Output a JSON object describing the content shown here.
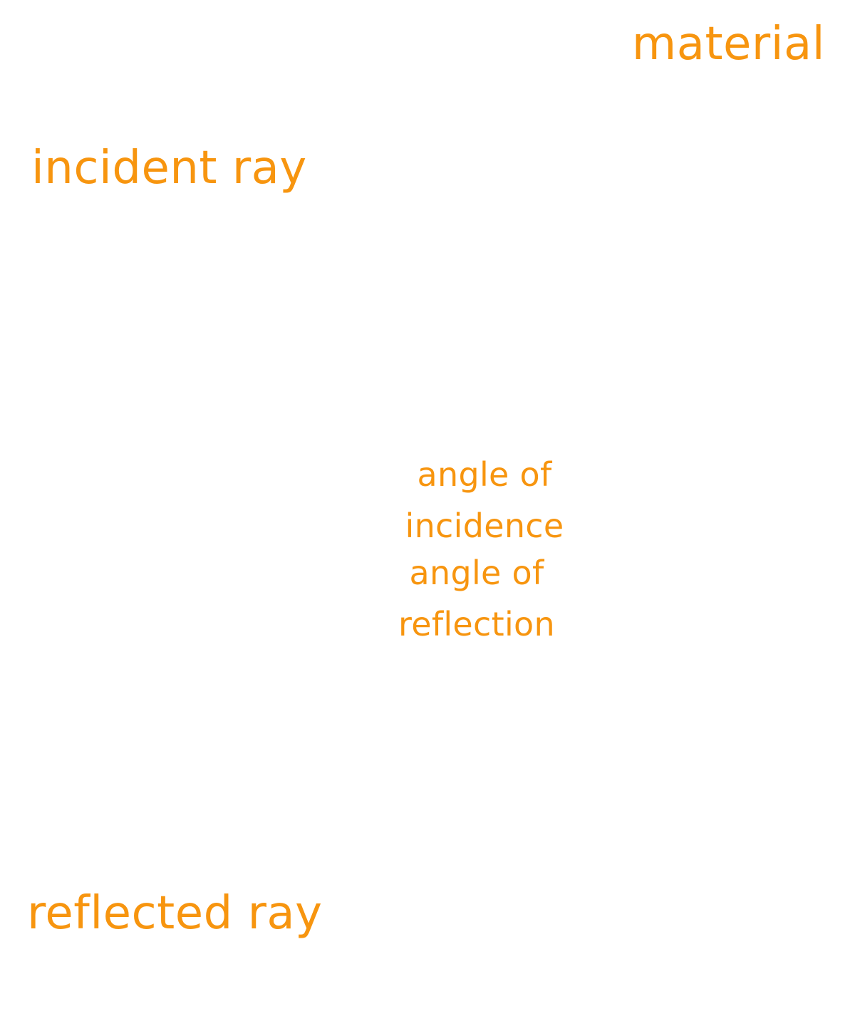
{
  "accent_color": "#f7950f",
  "labels": {
    "material": "material",
    "incident_ray": "incident ray",
    "angle_of_incidence": [
      "angle of",
      "incidence"
    ],
    "angle_of_reflection": [
      "angle of",
      "reflection"
    ],
    "reflected_ray": "reflected ray"
  }
}
